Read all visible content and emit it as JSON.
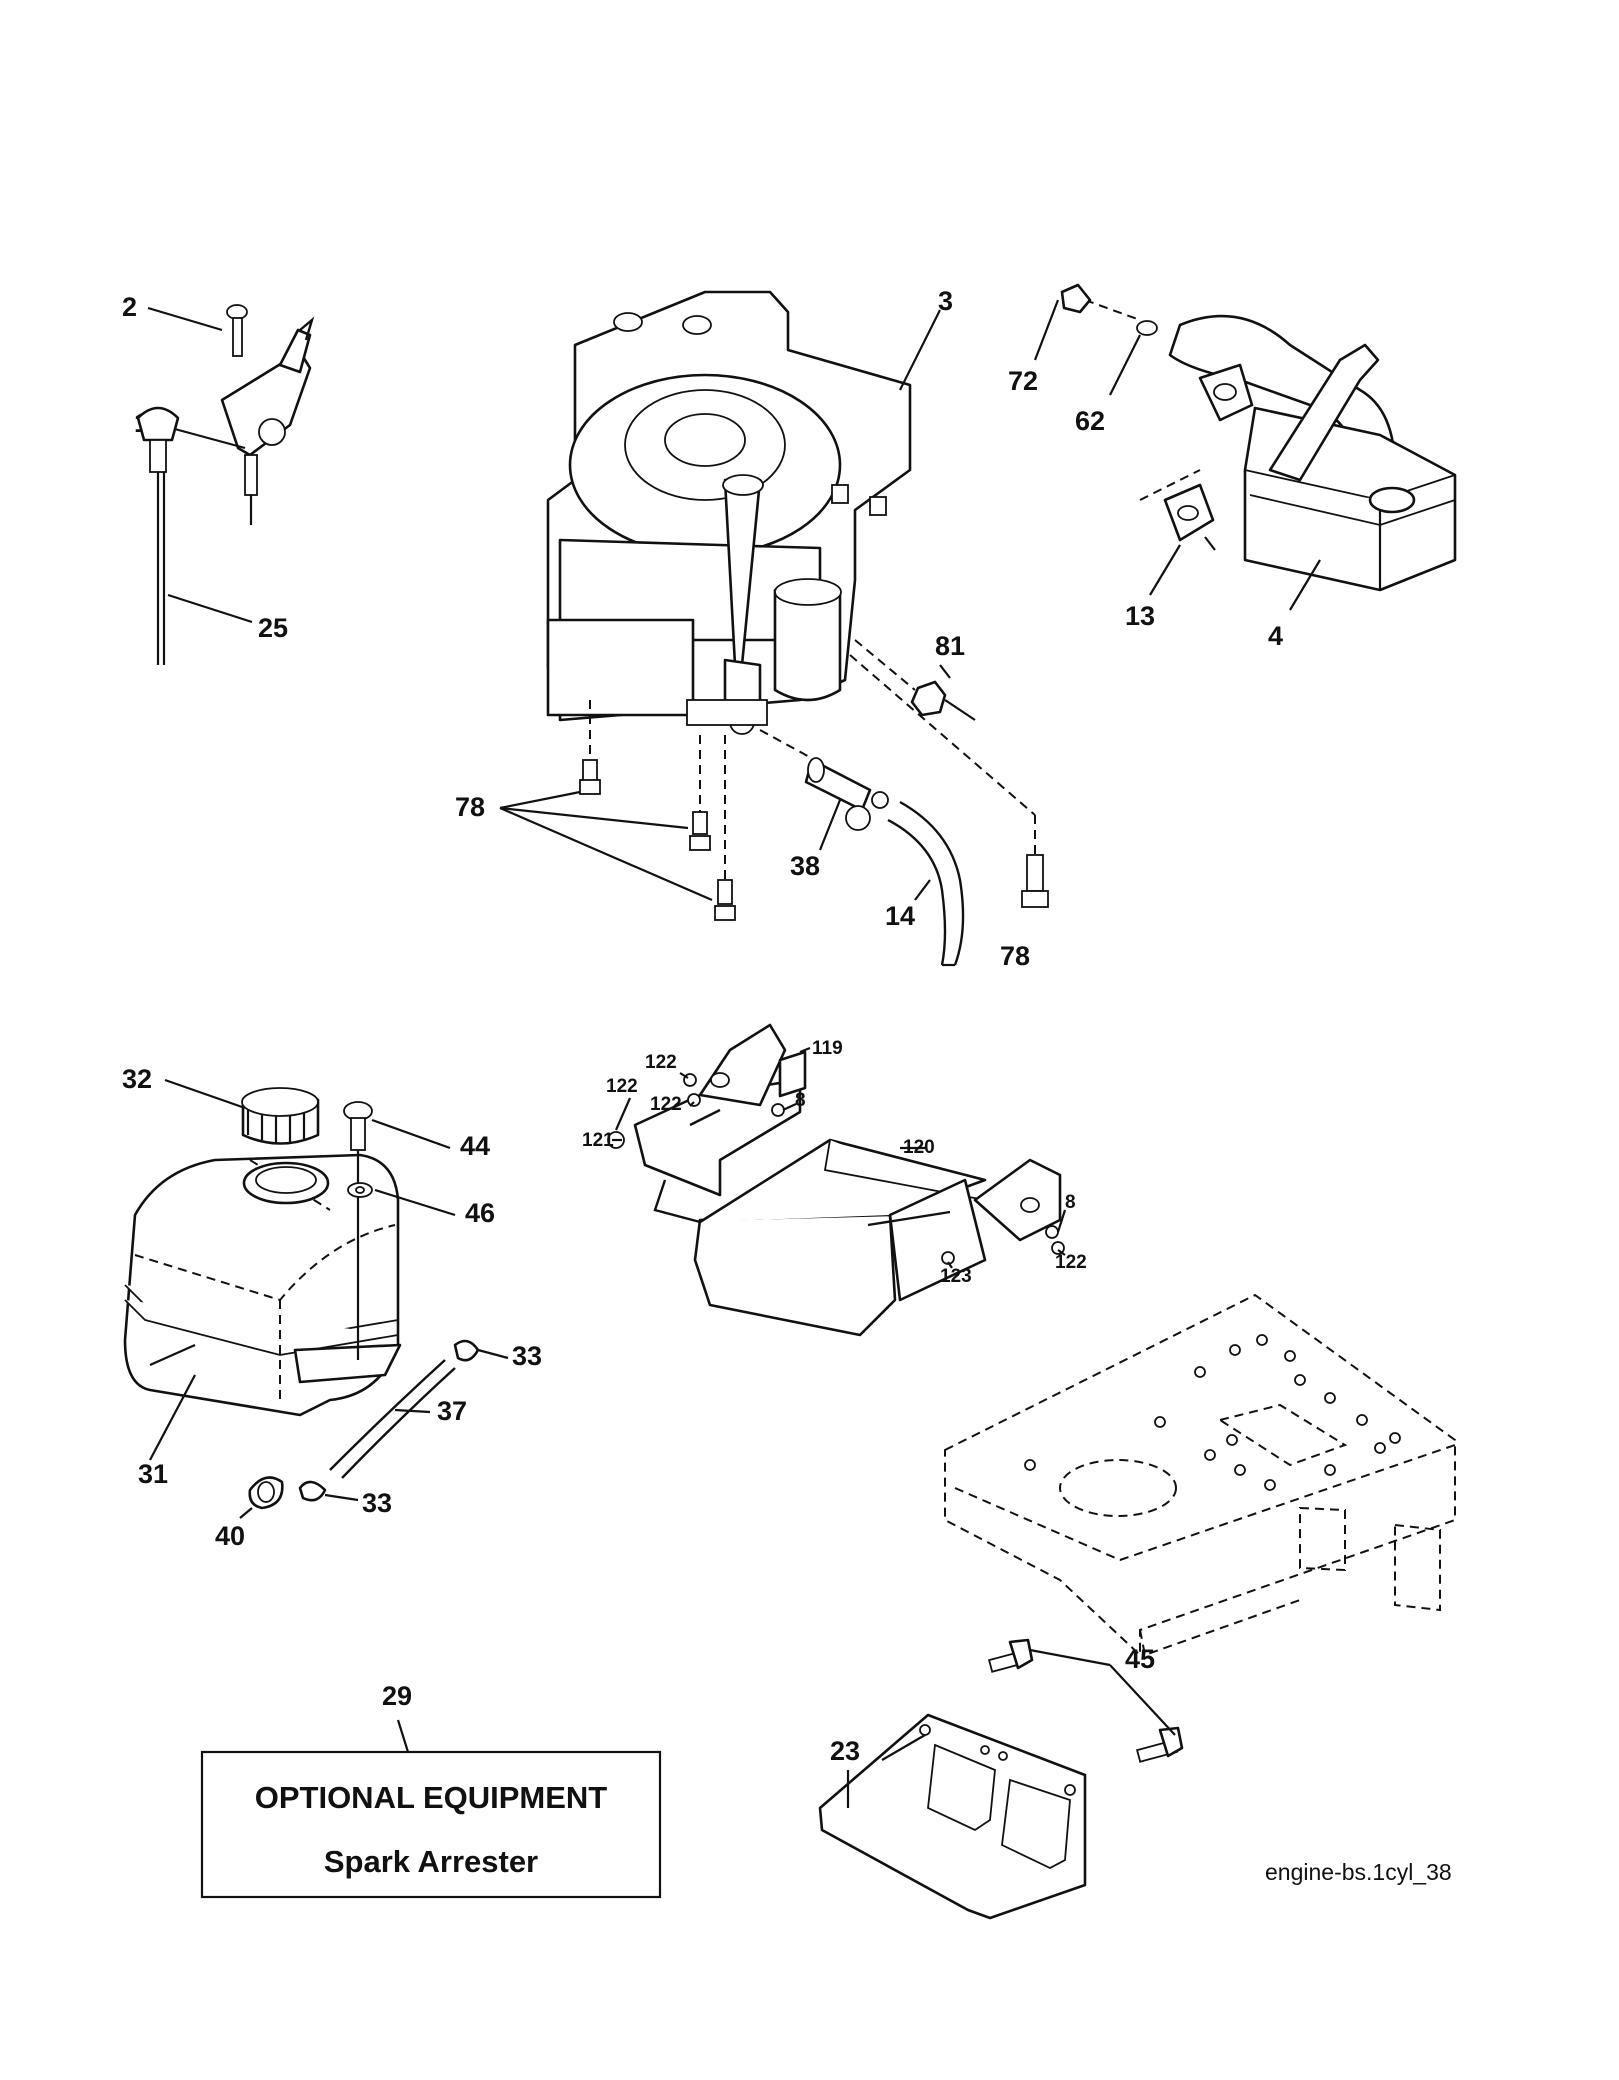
{
  "diagram": {
    "drawing_code": "engine-bs.1cyl_38",
    "optional_box": {
      "callout": "29",
      "title": "OPTIONAL EQUIPMENT",
      "subtitle": "Spark Arrester"
    },
    "callouts": {
      "c1": "1",
      "c2": "2",
      "c3": "3",
      "c4": "4",
      "c13": "13",
      "c14": "14",
      "c25": "25",
      "c38": "38",
      "c62": "62",
      "c72": "72",
      "c78a": "78",
      "c78b": "78",
      "c81": "81",
      "c32": "32",
      "c44": "44",
      "c46": "46",
      "c31": "31",
      "c33a": "33",
      "c33b": "33",
      "c37": "37",
      "c40": "40",
      "c119": "119",
      "c122a": "122",
      "c122b": "122",
      "c122c": "122",
      "c122d": "122",
      "c121": "121",
      "c8a": "8",
      "c8b": "8",
      "c120": "120",
      "c123": "123",
      "c45": "45",
      "c23": "23"
    }
  }
}
